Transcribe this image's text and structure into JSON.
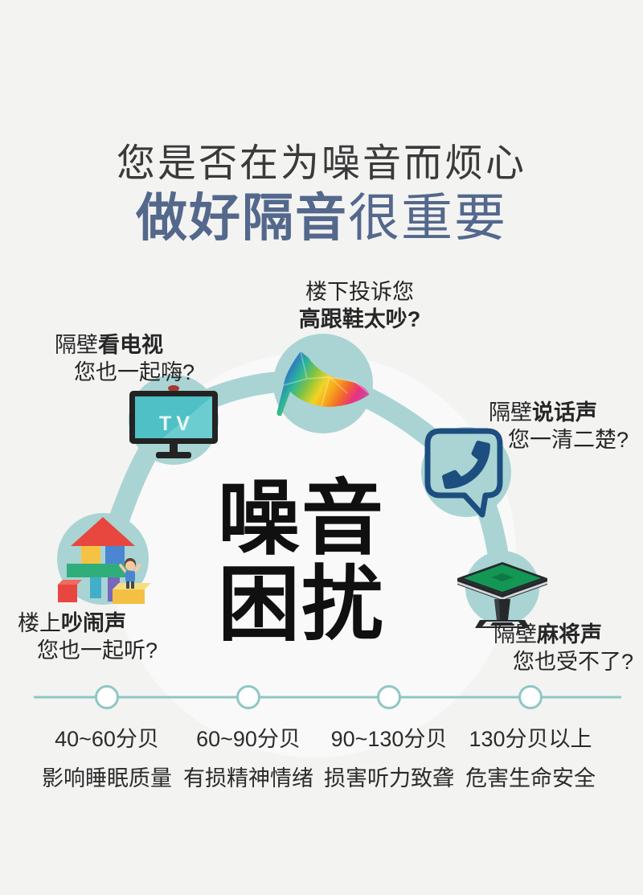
{
  "header": {
    "line1": "您是否在为噪音而烦心",
    "line2_bold": "做好隔音",
    "line2_rest": "很重要"
  },
  "center_title": {
    "line1": "噪音",
    "line2": "困扰"
  },
  "noise_sources": {
    "tv": {
      "line1_normal": "隔壁",
      "line1_bold": "看电视",
      "line2_normal": "您也一起嗨?",
      "line2_bold": "",
      "icon": "tv-icon"
    },
    "heels": {
      "line1_normal": "楼下投诉您",
      "line1_bold": "",
      "line2_normal": "",
      "line2_bold": "高跟鞋太吵?",
      "icon": "high-heel-icon"
    },
    "phone": {
      "line1_normal": "隔壁",
      "line1_bold": "说话声",
      "line2_normal": "您一清二楚?",
      "line2_bold": "",
      "icon": "phone-speech-bubble-icon"
    },
    "blocks": {
      "line1_normal": "楼上",
      "line1_bold": "吵闹声",
      "line2_normal": "您也一起听?",
      "line2_bold": "",
      "icon": "toy-blocks-icon"
    },
    "mahjong": {
      "line1_normal": "隔壁",
      "line1_bold": "麻将声",
      "line2_normal": "您也受不了?",
      "line2_bold": "",
      "icon": "mahjong-table-icon"
    }
  },
  "tv_screen_label": "TV",
  "decibel_levels": [
    {
      "range": "40~60分贝",
      "effect": "影响睡眠质量"
    },
    {
      "range": "60~90分贝",
      "effect": "有损精神情绪"
    },
    {
      "range": "90~130分贝",
      "effect": "损害听力致聋"
    },
    {
      "range": "130分贝以上",
      "effect": "危害生命安全"
    }
  ],
  "palette": {
    "background": "#f3f3f2",
    "arc_teal": "#a9d4d3",
    "timeline_teal": "#8ec7c5",
    "headline_blue": "#54688c",
    "phone_navy": "#1d4e80",
    "center_text": "#101010"
  }
}
